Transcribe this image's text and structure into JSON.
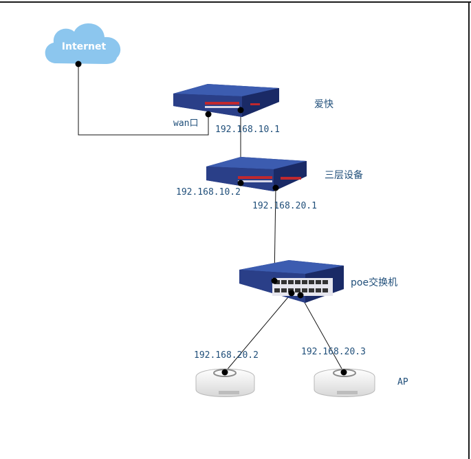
{
  "internet_label": "Internet",
  "router": {
    "name": "爱快",
    "wan_label": "wan口",
    "lan_ip": "192.168.10.1"
  },
  "l3_switch": {
    "name": "三层设备",
    "uplink_ip": "192.168.10.2",
    "downlink_ip": "192.168.20.1"
  },
  "poe_switch": {
    "name": "poe交换机"
  },
  "ap": {
    "name": "AP",
    "ap1_ip": "192.168.20.2",
    "ap2_ip": "192.168.20.3"
  },
  "colors": {
    "cloud": "#8cc6ee",
    "device_top": "#2f4a9a",
    "device_front": "#1f3170",
    "label": "#1f4e79",
    "border": "#1a1a1a"
  }
}
